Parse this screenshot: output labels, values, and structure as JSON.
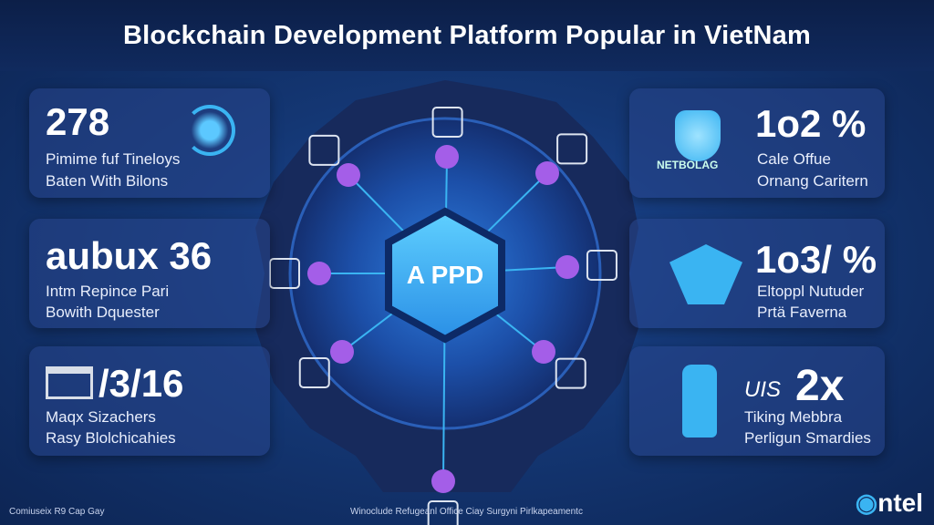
{
  "title": "Blockchain Development Platform Popular in VietNam",
  "left_cards": [
    {
      "value": "278",
      "line1": "Pimime fuf Tineloys",
      "line2": "Baten With Bilons"
    },
    {
      "value": "aubux 36",
      "line1": "Intm Repince Pari",
      "line2": "Bowith Dquester"
    },
    {
      "value": "/3/16",
      "line1": "Maqx Sizachers",
      "line2": "Rasy Blolchicahies"
    }
  ],
  "right_cards": [
    {
      "value": "1o2 %",
      "line1": "Cale Offue",
      "line2": "Ornang Caritern",
      "badge": "NETBOLAG"
    },
    {
      "value": "1o3/ %",
      "line1": "Eltoppl Nutuder",
      "line2": "Prtä Faverna"
    },
    {
      "value": "2x",
      "prefix": "UIS",
      "line1": "Tiking Mebbra",
      "line2": "Perligun Smardies"
    }
  ],
  "center_label": "A PPD",
  "footer": {
    "left": "Comiuseix R9 Cap Gay",
    "center": "Winoclude Refugeanl Office Ciay Surgyni Pirlkapeamentc",
    "logo": "ntel"
  },
  "colors": {
    "accent": "#3ab4f2",
    "node": "#a45ee8",
    "panel": "#1a2f66"
  }
}
